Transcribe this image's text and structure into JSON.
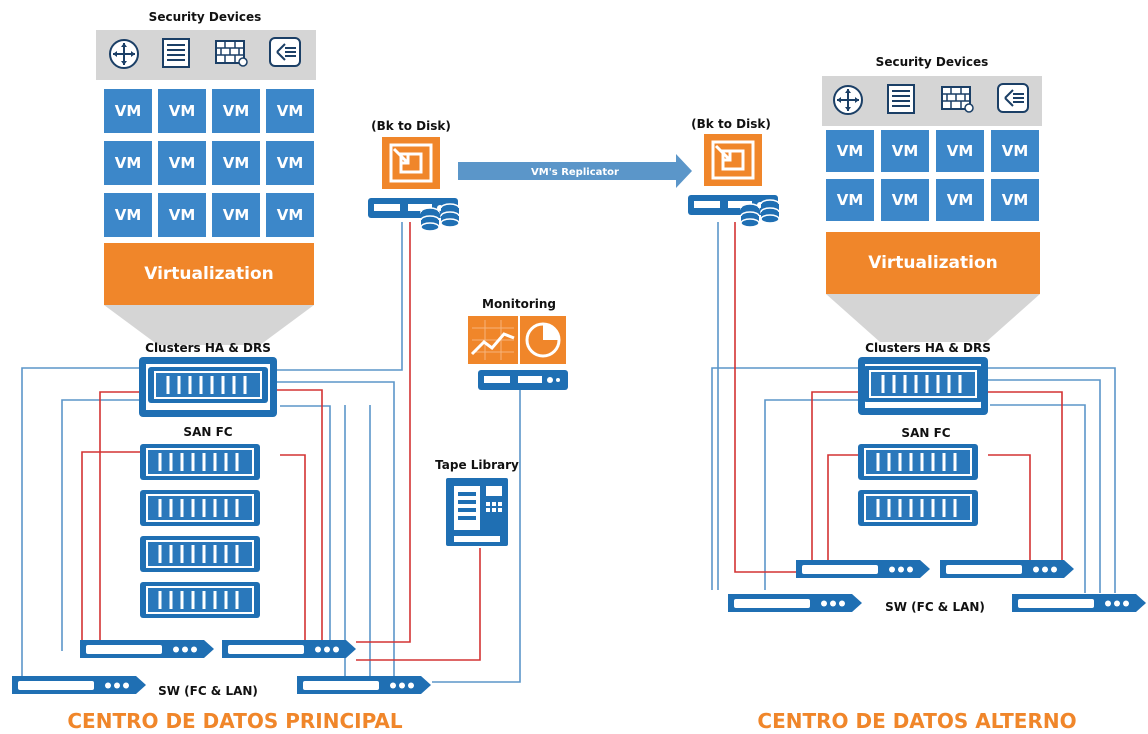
{
  "principal": {
    "security_title": "Security Devices",
    "vm_label": "VM",
    "virtualization": "Virtualization",
    "clusters": "Clusters HA & DRS",
    "san": "SAN FC",
    "sw": "SW (FC & LAN)",
    "site_title": "CENTRO DE DATOS PRINCIPAL",
    "backup": "(Bk to Disk)",
    "monitoring": "Monitoring",
    "tape": "Tape Library"
  },
  "alterno": {
    "security_title": "Security Devices",
    "vm_label": "VM",
    "virtualization": "Virtualization",
    "clusters": "Clusters HA & DRS",
    "san": "SAN FC",
    "sw": "SW (FC & LAN)",
    "site_title": "CENTRO DE DATOS ALTERNO",
    "backup": "(Bk to Disk)"
  },
  "replicator": "VM's Replicator",
  "colors": {
    "vm_blue": "#3c87c9",
    "orange": "#f0862a",
    "gray": "#d5d5d5",
    "device_blue": "#1f6fb3",
    "link_red": "#d43333",
    "link_blue": "#5b96c9"
  },
  "icons": [
    "router-icon",
    "server-list-icon",
    "firewall-icon",
    "load-balancer-icon"
  ]
}
